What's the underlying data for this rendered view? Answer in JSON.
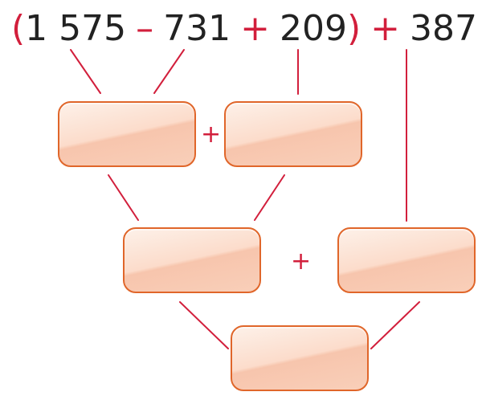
{
  "expression": {
    "open_paren": "(",
    "term1": "1 575",
    "op1": "–",
    "term2": "731",
    "op2": "+",
    "term3": "209",
    "close_paren": ")",
    "op3": "+",
    "term4": "387"
  },
  "signs": {
    "level1_plus": "+",
    "level2_plus": "+"
  },
  "boxes": {
    "level1_left": "",
    "level1_right": "",
    "level2_left": "",
    "level2_right": "",
    "result": ""
  },
  "colors": {
    "operator_red": "#d21f3c",
    "box_border": "#e0662a",
    "box_fill": "#fcdccb",
    "text": "#222222"
  }
}
